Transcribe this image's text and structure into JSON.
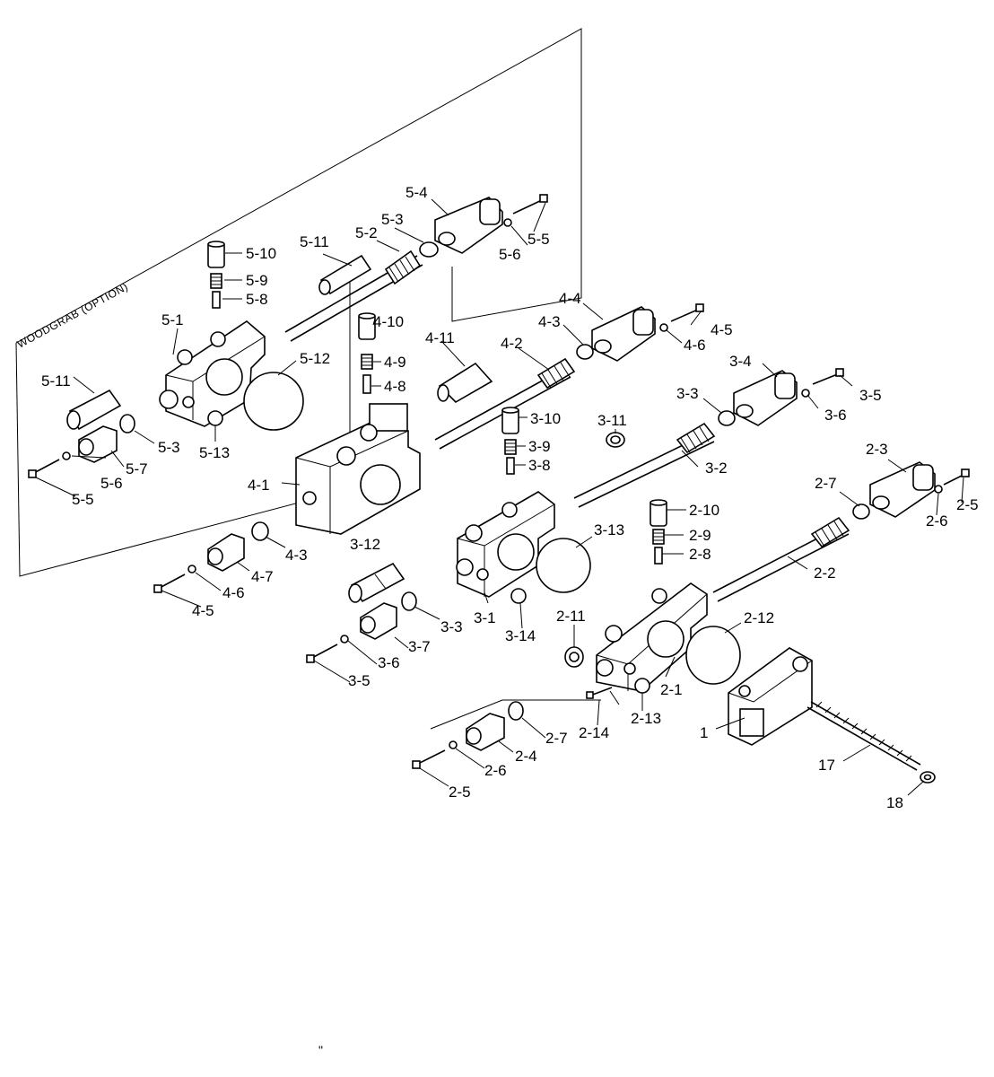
{
  "diagram": {
    "option_label": "WOODGRAB (OPTION)",
    "footnote_mark": "\"",
    "callouts": {
      "c1": "1",
      "c17": "17",
      "c18": "18",
      "c2_1": "2-1",
      "c2_2": "2-2",
      "c2_3": "2-3",
      "c2_4": "2-4",
      "c2_5a": "2-5",
      "c2_5b": "2-5",
      "c2_6a": "2-6",
      "c2_6b": "2-6",
      "c2_7a": "2-7",
      "c2_7b": "2-7",
      "c2_8": "2-8",
      "c2_9": "2-9",
      "c2_10": "2-10",
      "c2_11": "2-11",
      "c2_12": "2-12",
      "c2_13": "2-13",
      "c2_14": "2-14",
      "c3_1": "3-1",
      "c3_2": "3-2",
      "c3_3a": "3-3",
      "c3_3b": "3-3",
      "c3_4": "3-4",
      "c3_5a": "3-5",
      "c3_5b": "3-5",
      "c3_6a": "3-6",
      "c3_6b": "3-6",
      "c3_7": "3-7",
      "c3_8": "3-8",
      "c3_9": "3-9",
      "c3_10": "3-10",
      "c3_11": "3-11",
      "c3_12": "3-12",
      "c3_13": "3-13",
      "c3_14": "3-14",
      "c4_1": "4-1",
      "c4_2": "4-2",
      "c4_3a": "4-3",
      "c4_3b": "4-3",
      "c4_4": "4-4",
      "c4_5a": "4-5",
      "c4_5b": "4-5",
      "c4_6a": "4-6",
      "c4_6b": "4-6",
      "c4_7": "4-7",
      "c4_8": "4-8",
      "c4_9": "4-9",
      "c4_10": "4-10",
      "c4_11": "4-11",
      "c5_1": "5-1",
      "c5_2": "5-2",
      "c5_3a": "5-3",
      "c5_3b": "5-3",
      "c5_4": "5-4",
      "c5_5a": "5-5",
      "c5_5b": "5-5",
      "c5_6a": "5-6",
      "c5_6b": "5-6",
      "c5_7": "5-7",
      "c5_8": "5-8",
      "c5_9": "5-9",
      "c5_10": "5-10",
      "c5_11a": "5-11",
      "c5_11b": "5-11",
      "c5_12": "5-12",
      "c5_13": "5-13"
    }
  }
}
